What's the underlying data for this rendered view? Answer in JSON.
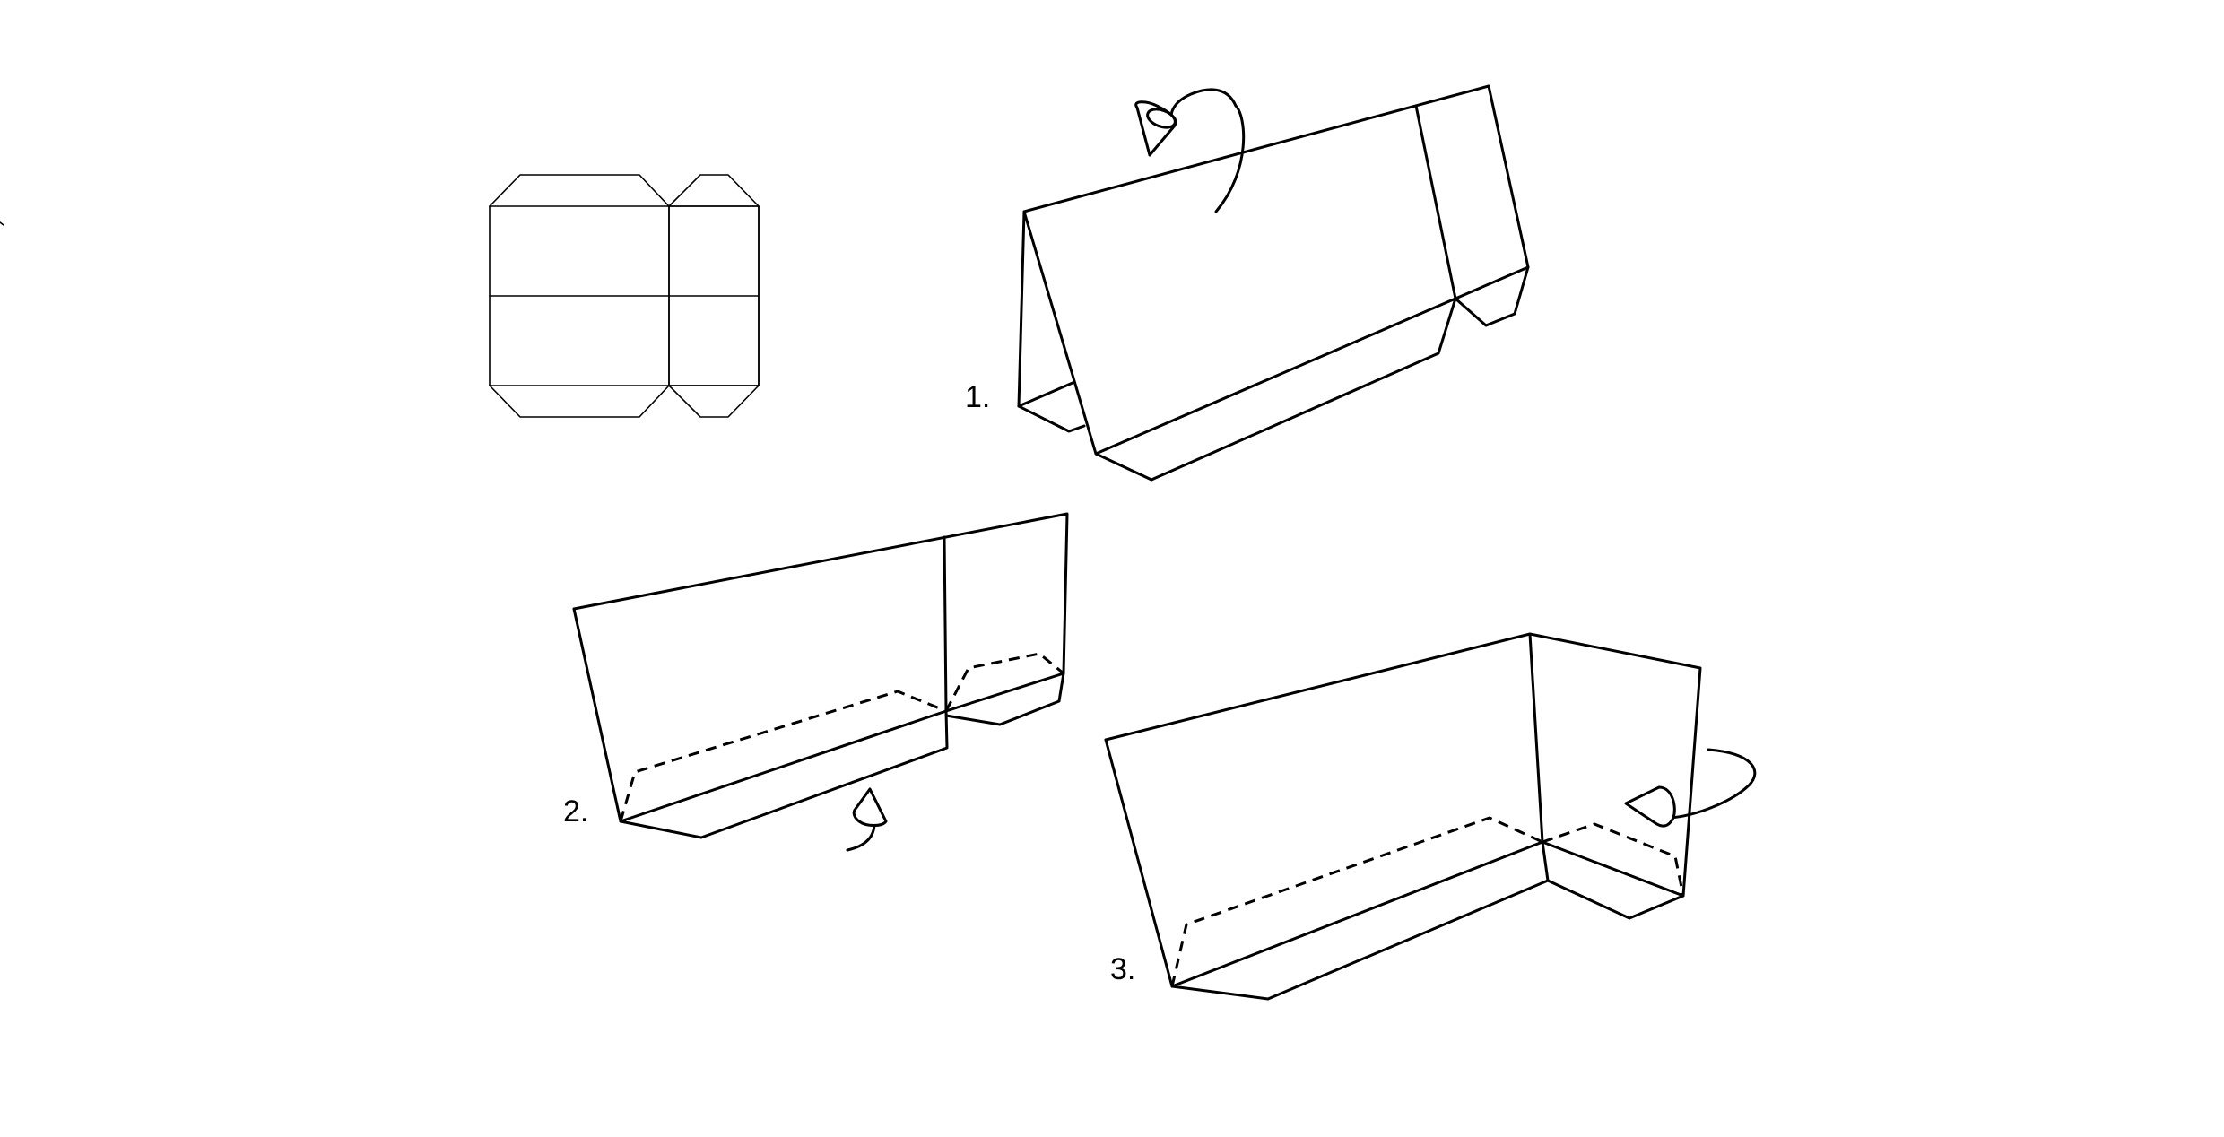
{
  "steps": [
    {
      "label": "1."
    },
    {
      "label": "2."
    },
    {
      "label": "3."
    }
  ],
  "colors": {
    "background": "#ffffff",
    "line": "#000000"
  }
}
